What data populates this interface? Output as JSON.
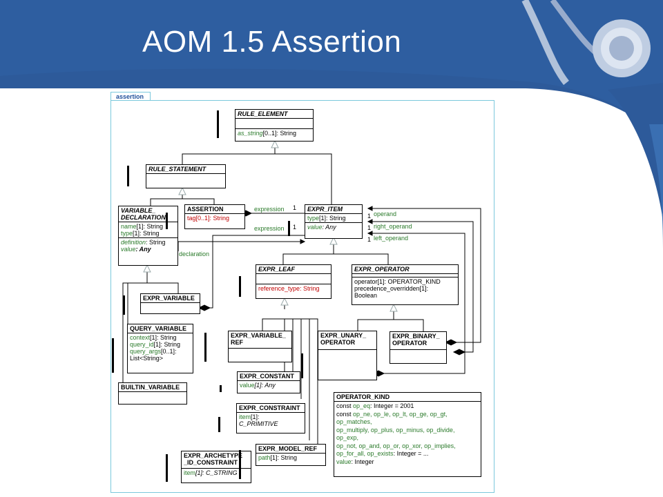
{
  "slide": {
    "title": "AOM 1.5 Assertion"
  },
  "diagram": {
    "package_name": "assertion",
    "classes": {
      "rule_element": {
        "name": "RULE_ELEMENT",
        "attr": "as_string",
        "attr_rest": "[0..1]: String"
      },
      "rule_statement": {
        "name": "RULE_STATEMENT"
      },
      "variable_declaration": {
        "name_line1": "VARIABLE_",
        "name_line2": "DECLARATION",
        "attr1_name": "name",
        "attr1_rest": "[1]: String",
        "attr2_name": "type",
        "attr2_rest": "[1]: String",
        "attr3_name": "definition",
        "attr3_rest": ": String",
        "attr4_name": "value",
        "attr4_rest": ": Any"
      },
      "assertion": {
        "name": "ASSERTION",
        "attr": "tag[0..1]: String"
      },
      "expr_item": {
        "name": "EXPR_ITEM",
        "attr1_name": "type",
        "attr1_rest": "[1]: String",
        "attr2_name": "value",
        "attr2_rest": ": Any"
      },
      "expr_leaf": {
        "name": "EXPR_LEAF",
        "attr": "reference_type: String"
      },
      "expr_operator": {
        "name": "EXPR_OPERATOR",
        "attr1": "operator[1]: OPERATOR_KIND",
        "attr2": "precedence_overridden[1]:",
        "attr3": "Boolean"
      },
      "expr_variable": {
        "name": "EXPR_VARIABLE"
      },
      "query_variable": {
        "name": "QUERY_VARIABLE",
        "attr1_name": "context",
        "attr1_rest": "[1]: String",
        "attr2_name": "query_id",
        "attr2_rest": "[1]: String",
        "attr3_name": "query_args",
        "attr3_rest": "[0..1]:",
        "attr3_cont": "List<String>"
      },
      "expr_variable_ref": {
        "name_line1": "EXPR_VARIABLE_",
        "name_line2": "REF"
      },
      "expr_unary_operator": {
        "name_line1": "EXPR_UNARY_",
        "name_line2": "OPERATOR"
      },
      "expr_binary_operator": {
        "name_line1": "EXPR_BINARY_",
        "name_line2": "OPERATOR"
      },
      "builtin_variable": {
        "name": "BUILTIN_VARIABLE"
      },
      "expr_constant": {
        "name": "EXPR_CONSTANT",
        "attr_name": "value",
        "attr_rest": "[1]: Any"
      },
      "expr_constraint": {
        "name": "EXPR_CONSTRAINT",
        "attr1_name": "item",
        "attr1_rest": "[1]:",
        "attr2": "C_PRIMITIVE"
      },
      "expr_model_ref": {
        "name": "EXPR_MODEL_REF",
        "attr_name": "path",
        "attr_rest": "[1]: String"
      },
      "expr_archetype_id_constraint": {
        "name_line1": "EXPR_ARCHETYPE",
        "name_line2": "_ID_CONSTRAINT",
        "attr_name": "item",
        "attr_rest": "[1]: C_STRING"
      },
      "operator_kind": {
        "name": "OPERATOR_KIND",
        "line1_kw": "const ",
        "line1_g": "op_eq",
        "line1_rest": ": Integer = 2001",
        "line2_kw": "const ",
        "line2_g": "op_ne, op_le, op_lt, op_ge, op_gt,",
        "line3_g": "op_matches,",
        "line4_g": "op_multiply, op_plus, op_minus, op_divide,",
        "line5_g": "op_exp,",
        "line6_g": "op_not, op_and, op_or, op_xor, op_implies,",
        "line7_g": "op_for_all, op_exists",
        "line7_rest": ": Integer = ...",
        "line8_g": "value",
        "line8_rest": ": Integer"
      }
    },
    "association_labels": {
      "expression_1": "expression",
      "expression_1_mult": "1",
      "expression_2": "expression",
      "expression_2_mult": "1",
      "operand": "operand",
      "operand_mult": "1",
      "right_operand": "right_operand",
      "right_operand_mult": "1",
      "left_operand": "left_operand",
      "left_operand_mult": "1",
      "declaration": "declaration"
    }
  }
}
